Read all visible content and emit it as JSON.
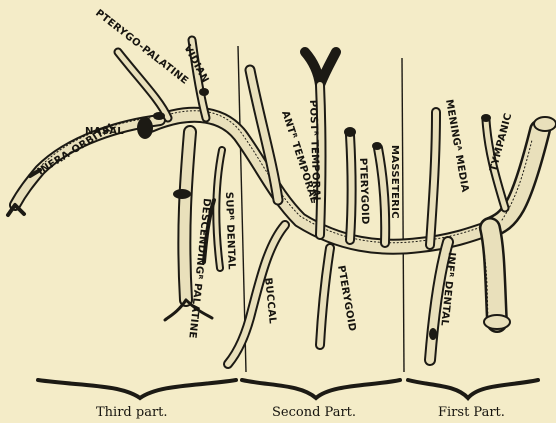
{
  "labels": {
    "pterygo_palatine": "PTERYGO-PALATINE",
    "vidian": "VIDIAN",
    "infra_orbital": "INFRA-ORBITAL",
    "nasal": "NASAL",
    "ant_temporal": "ANTᴿ TEMPORAL",
    "post_temporal": "POSTᴿ TEMPORAL",
    "pterygoid_upper": "PTERYGOID",
    "masseteric": "MASSETERIC",
    "meningea_media": "MENINGᴬ MEDIA",
    "tympanic": "TYMPANIC",
    "sup_dental": "SUPᴿ DENTAL",
    "descending_palatine": "DESCENDINGᴿ PALATINE",
    "buccal": "BUCCAL",
    "pterygoid_lower": "PTERYGOID",
    "inf_dental": "INFᴿ DENTAL"
  },
  "parts": {
    "third": "Third part.",
    "second": "Second Part.",
    "first": "First Part."
  }
}
